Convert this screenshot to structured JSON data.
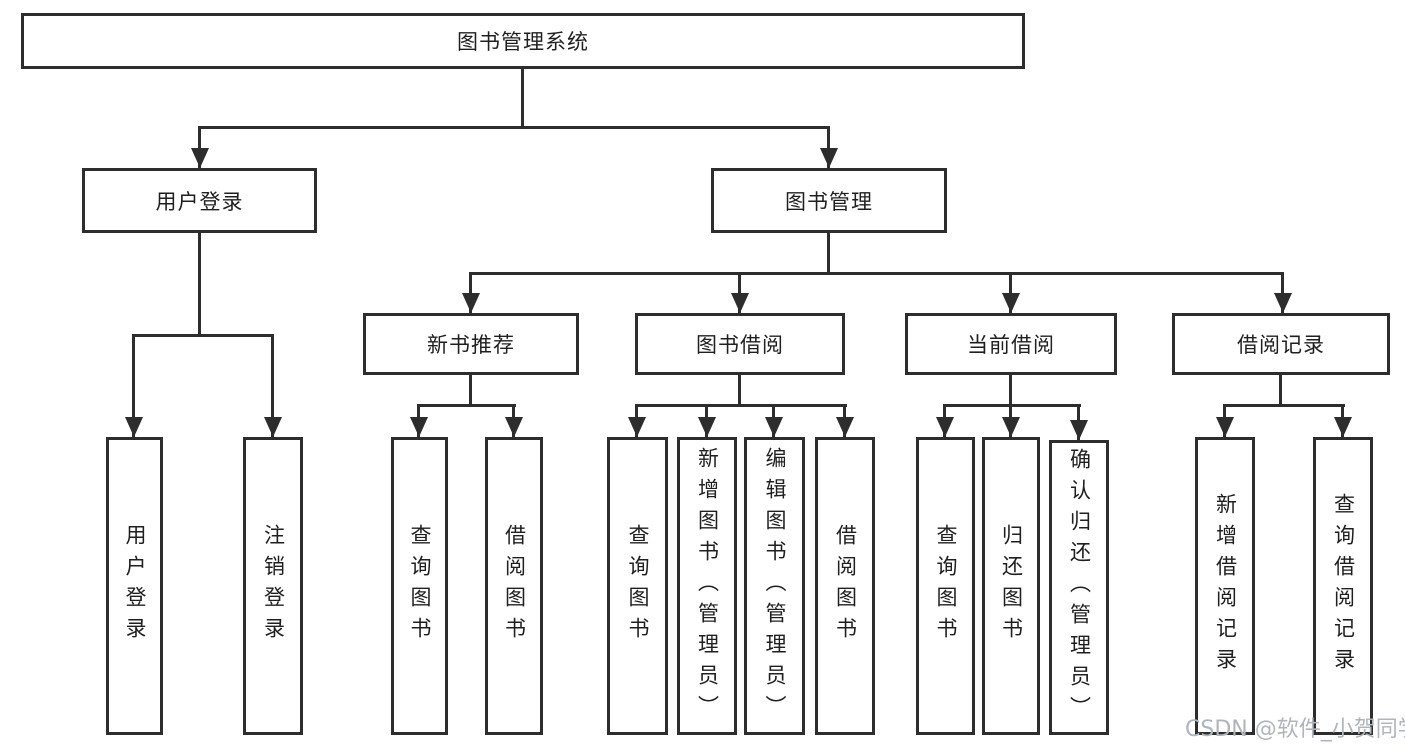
{
  "tree": {
    "root": {
      "label": "图书管理系统",
      "children": {
        "userLogin": {
          "label": "用户登录",
          "children": {
            "login": {
              "label": "用户登录"
            },
            "logout": {
              "label": "注销登录"
            }
          }
        },
        "bookMgmt": {
          "label": "图书管理",
          "children": {
            "newBookRec": {
              "label": "新书推荐",
              "children": {
                "queryBooks": {
                  "label": "查询图书"
                },
                "borrowBooks": {
                  "label": "借阅图书"
                }
              }
            },
            "bookBorrow": {
              "label": "图书借阅",
              "children": {
                "queryBooks": {
                  "label": "查询图书"
                },
                "addBooks": {
                  "label": "新增图书（管理员）"
                },
                "editBooks": {
                  "label": "编辑图书（管理员）"
                },
                "borrowBooks": {
                  "label": "借阅图书"
                }
              }
            },
            "currentBorrow": {
              "label": "当前借阅",
              "children": {
                "queryBooks": {
                  "label": "查询图书"
                },
                "returnBooks": {
                  "label": "归还图书"
                },
                "confirmReturn": {
                  "label": "确认归还（管理员）"
                }
              }
            },
            "borrowRecords": {
              "label": "借阅记录",
              "children": {
                "addRecord": {
                  "label": "新增借阅记录"
                },
                "queryRecord": {
                  "label": "查询借阅记录"
                }
              }
            }
          }
        }
      }
    }
  },
  "watermark": "CSDN @软件_小贺同学",
  "colors": {
    "line": "#2d2d2d",
    "text": "#1f1f1f",
    "box_background": "#ffffff",
    "background": "#ffffff",
    "watermark": "#b0b5bc"
  }
}
